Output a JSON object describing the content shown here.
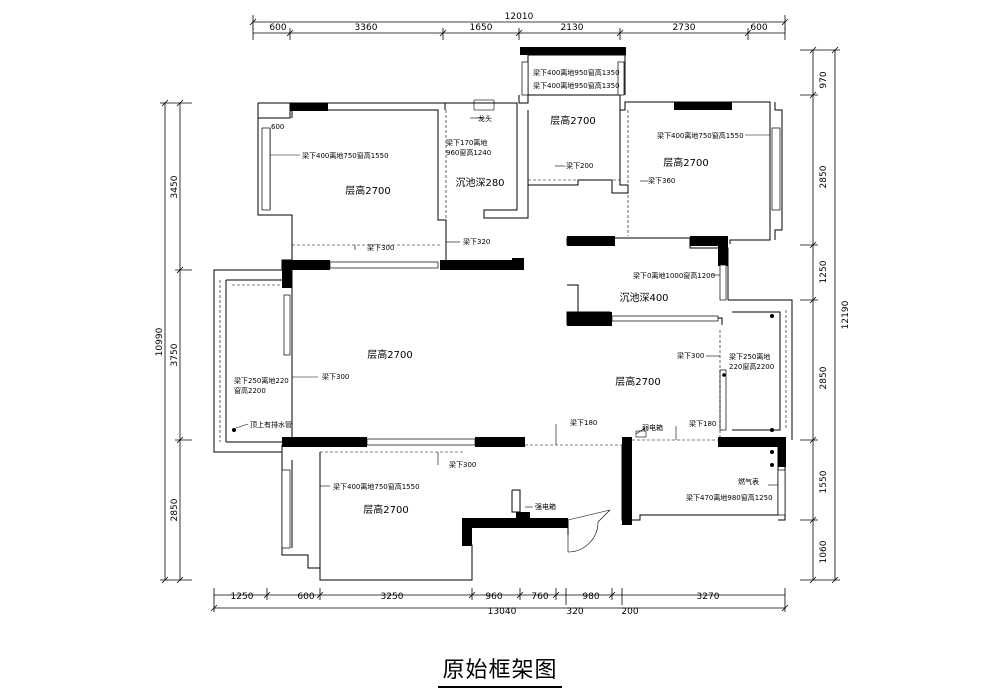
{
  "title": "原始框架图",
  "dims": {
    "top_total": "12010",
    "top": [
      "600",
      "3360",
      "1650",
      "2130",
      "2730",
      "600"
    ],
    "bottom_total": "13040",
    "bottom": [
      "1250",
      "600",
      "3250",
      "960",
      "760",
      "980",
      "3270"
    ],
    "bottom_sub": [
      "320",
      "200"
    ],
    "left_total": "10990",
    "left": [
      "3450",
      "3750",
      "2850"
    ],
    "right_total": "12190",
    "right": [
      "970",
      "2850",
      "1250",
      "2850",
      "1550",
      "1060"
    ]
  },
  "rooms": {
    "r1": "层高2700",
    "r2": "层高2700",
    "r3": "层高2700",
    "r4": "层高2700",
    "r5": "层高2700",
    "r6": "层高2700",
    "sink1": "沉池深280",
    "sink2": "沉池深400"
  },
  "notes": {
    "n1": "梁下400离地950窗高1350",
    "n2": "梁下400离地950窗高1350",
    "n3": "600",
    "n4": "龙头",
    "n5": "梁下400离地750窗高1550",
    "n6": "梁下170离地",
    "n6b": "960窗高1240",
    "n7": "梁下400离地750窗高1550",
    "n8": "梁下200",
    "n9": "梁下360",
    "n10": "梁下300",
    "n11": "梁下320",
    "n12": "梁下0离地1000窗高1200",
    "n13": "梁下300",
    "n14": "梁下250离地",
    "n14b": "220窗高2200",
    "n15": "梁下250离地220",
    "n15b": "窗高2200",
    "n16": "梁下300",
    "n17": "顶上有排水管",
    "n18": "梁下180",
    "n19": "弱电箱",
    "n20": "梁下180",
    "n21": "梁下300",
    "n22": "梁下400离地750窗高1550",
    "n23": "燃气表",
    "n24": "梁下470离地980窗高1250",
    "n25": "强电箱"
  }
}
